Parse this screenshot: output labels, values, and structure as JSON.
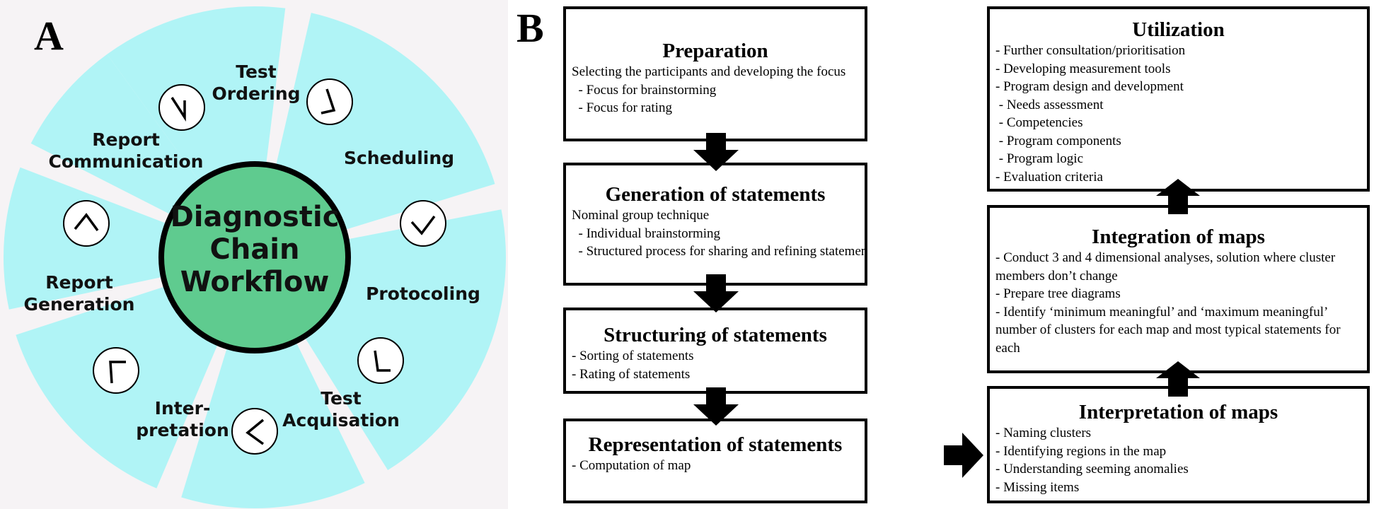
{
  "panel_a": {
    "letter": "A",
    "center": [
      "Diagnostic",
      "Chain",
      "Workflow"
    ],
    "segments": [
      {
        "id": "test-ordering",
        "lines": [
          "Test",
          "Ordering"
        ]
      },
      {
        "id": "scheduling",
        "lines": [
          "Scheduling"
        ]
      },
      {
        "id": "protocoling",
        "lines": [
          "Protocoling"
        ]
      },
      {
        "id": "test-acquisation",
        "lines": [
          "Test",
          "Acquisation"
        ]
      },
      {
        "id": "interpretation",
        "lines": [
          "Inter-",
          "pretation"
        ]
      },
      {
        "id": "report-generation",
        "lines": [
          "Report",
          "Generation"
        ]
      },
      {
        "id": "report-communication",
        "lines": [
          "Report",
          "Communication"
        ]
      }
    ],
    "colors": {
      "segment": "#b0f4f6",
      "hub": "#5fcb8f",
      "background": "#f6f3f5"
    }
  },
  "panel_b": {
    "letter": "B",
    "left_column": [
      {
        "title": "Preparation",
        "lines": [
          "Selecting the participants and developing the focus",
          "  - Focus for brainstorming",
          "  - Focus for rating"
        ]
      },
      {
        "title": "Generation of statements",
        "lines": [
          "Nominal group technique",
          "  - Individual brainstorming",
          "  - Structured process for sharing and refining statements"
        ]
      },
      {
        "title": "Structuring of statements",
        "lines": [
          "- Sorting of statements",
          "- Rating of statements"
        ]
      },
      {
        "title": "Representation of statements",
        "lines": [
          "- Computation of map"
        ]
      }
    ],
    "right_column": [
      {
        "title": "Utilization",
        "lines": [
          "- Further consultation/prioritisation",
          "- Developing measurement tools",
          "- Program design and development",
          " - Needs assessment",
          " - Competencies",
          " - Program components",
          " - Program logic",
          "- Evaluation criteria"
        ]
      },
      {
        "title": "Integration of maps",
        "lines": [
          "- Conduct 3 and 4 dimensional analyses, solution where cluster members don’t change",
          "- Prepare tree diagrams",
          "- Identify ‘minimum meaningful’ and ‘maximum meaningful’ number of clusters for each map and most typical statements for each"
        ]
      },
      {
        "title": "Interpretation of maps",
        "lines": [
          "- Naming clusters",
          "- Identifying regions in the map",
          "- Understanding seeming anomalies",
          "- Missing items"
        ]
      }
    ]
  }
}
